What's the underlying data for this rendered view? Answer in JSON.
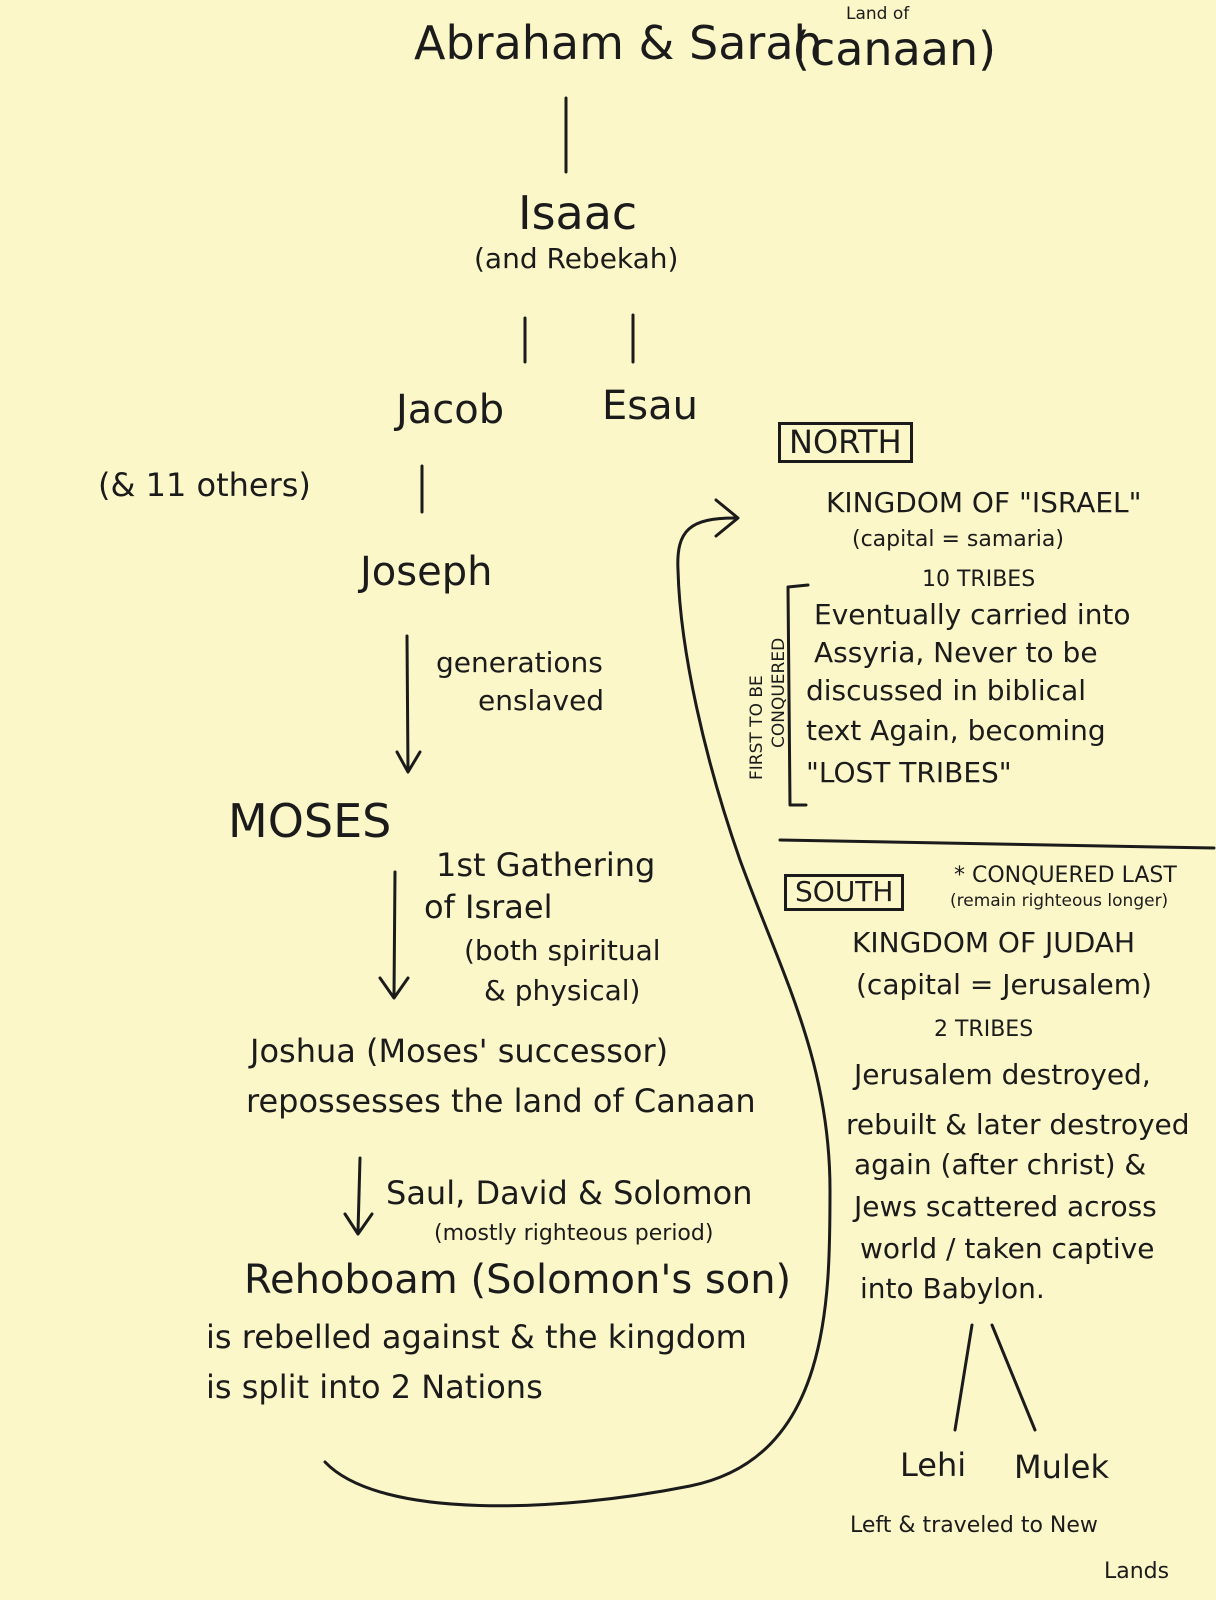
{
  "lineage": {
    "root": "Abraham & Sarah",
    "root_land": "(canaan)",
    "root_land_note": "Land of",
    "isaac": "Isaac",
    "isaac_note": "(and Rebekah)",
    "jacob": "Jacob",
    "esau": "Esau",
    "others": "(& 11 others)",
    "joseph": "Joseph",
    "enslaved_1": "generations",
    "enslaved_2": "enslaved",
    "moses": "MOSES",
    "gathering_1": "1st Gathering",
    "gathering_2": "of Israel",
    "gathering_3": "(both spiritual",
    "gathering_4": "& physical)",
    "joshua_1": "Joshua (Moses' successor)",
    "joshua_2": "repossesses the land of Canaan",
    "kings_1": "Saul, David & Solomon",
    "kings_2": "(mostly righteous period)",
    "rehoboam_1": "Rehoboam (Solomon's son)",
    "rehoboam_2": "is rebelled against & the kingdom",
    "rehoboam_3": "is split into 2 Nations"
  },
  "north": {
    "label": "NORTH",
    "kingdom": "KINGDOM OF \"ISRAEL\"",
    "capital": "(capital = samaria)",
    "tribes": "10 TRIBES",
    "side_note_1": "FIRST TO BE",
    "side_note_2": "CONQUERED",
    "fate_1": "Eventually carried into",
    "fate_2": "Assyria, Never to be",
    "fate_3": "discussed in biblical",
    "fate_4": "text Again, becoming",
    "fate_5": "\"LOST TRIBES\""
  },
  "south": {
    "label": "SOUTH",
    "note_1": "* CONQUERED LAST",
    "note_2": "(remain righteous longer)",
    "kingdom": "KINGDOM OF JUDAH",
    "capital": "(capital = Jerusalem)",
    "tribes": "2 TRIBES",
    "fate_1": "Jerusalem destroyed,",
    "fate_2": "rebuilt & later destroyed",
    "fate_3": "again (after christ) &",
    "fate_4": "Jews scattered across",
    "fate_5": "world / taken captive",
    "fate_6": "into Babylon.",
    "lehi": "Lehi",
    "mulek": "Mulek",
    "lands_1": "Left & traveled to New",
    "lands_2": "Lands"
  }
}
